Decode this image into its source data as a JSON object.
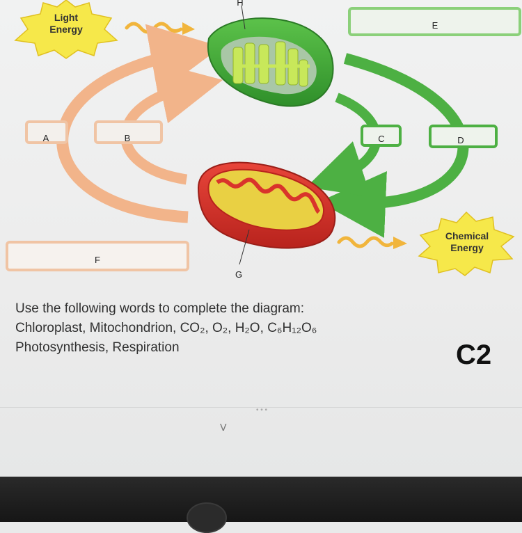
{
  "diagram": {
    "light_energy": [
      "Light",
      "Energy"
    ],
    "chemical_energy": [
      "Chemical",
      "Energy"
    ],
    "labels": {
      "A": "A",
      "B": "B",
      "C": "C",
      "D": "D",
      "E": "E",
      "F": "F",
      "G": "G",
      "H": "H"
    }
  },
  "instructions": {
    "line1": "Use the following words to complete the diagram:",
    "line2_plain": "Chloroplast, Mitochondrion, CO",
    "line2": "Chloroplast, Mitochondrion, CO₂, O₂, H₂O, C₆H₁₂O₆",
    "line3": "Photosynthesis, Respiration"
  },
  "code": "C2",
  "colors": {
    "light_burst": "#f6e84a",
    "chloroplast": "#3fa535",
    "thylakoid": "#c8e85a",
    "mitochondrion": "#d9342b",
    "cristae": "#e9d043",
    "orange_arrow": "#f2b48a",
    "green_arrow": "#4db043",
    "wave": "#f1b53c"
  },
  "icons": [
    "hp-logo"
  ]
}
